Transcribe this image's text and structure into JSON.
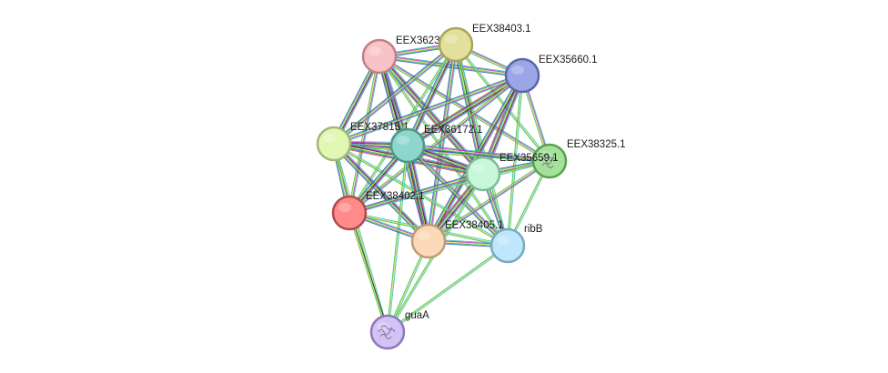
{
  "network": {
    "nodes": [
      {
        "id": "EEX36239.1",
        "label": "EEX36239.1",
        "fill": "#f9c2c6",
        "stroke": "#c08088"
      },
      {
        "id": "EEX38403.1",
        "label": "EEX38403.1",
        "fill": "#e2e09a",
        "stroke": "#a8a45a"
      },
      {
        "id": "EEX35660.1",
        "label": "EEX35660.1",
        "fill": "#9aa6e6",
        "stroke": "#5a66a8"
      },
      {
        "id": "EEX37815.1",
        "label": "EEX37815.1",
        "fill": "#e2f7b2",
        "stroke": "#9fb878"
      },
      {
        "id": "EEX36172.1",
        "label": "EEX36172.1",
        "fill": "#8ed6cc",
        "stroke": "#4e968c"
      },
      {
        "id": "EEX38325.1",
        "label": "EEX38325.1",
        "fill": "#a3e29a",
        "stroke": "#5aa052",
        "structure": true
      },
      {
        "id": "EEX35659.1",
        "label": "EEX35659.1",
        "fill": "#c6f7d8",
        "stroke": "#80b898"
      },
      {
        "id": "EEX38402.1",
        "label": "EEX38402.1",
        "fill": "#ff8a8a",
        "stroke": "#b04a4a"
      },
      {
        "id": "EEX38405.1",
        "label": "EEX38405.1",
        "fill": "#fcd9b6",
        "stroke": "#c09a78"
      },
      {
        "id": "ribB",
        "label": "ribB",
        "fill": "#bfe6fa",
        "stroke": "#78a8c0"
      },
      {
        "id": "guaA",
        "label": "guaA",
        "fill": "#d3c2f5",
        "stroke": "#8e78b8",
        "structure": true
      }
    ],
    "edge_colors": [
      "#2fbfbf",
      "#c020c0",
      "#202020",
      "#d8d860",
      "#30c030",
      "#3050e0",
      "#e03030",
      "#8fb0e0"
    ],
    "edges": [
      {
        "source": "EEX36239.1",
        "target": "EEX38403.1",
        "colors": [
          "#2fbfbf",
          "#c020c0",
          "#d8d860",
          "#30c030",
          "#3050e0"
        ]
      },
      {
        "source": "EEX36239.1",
        "target": "EEX35660.1",
        "colors": [
          "#2fbfbf",
          "#c020c0",
          "#d8d860",
          "#30c030",
          "#3050e0"
        ]
      },
      {
        "source": "EEX36239.1",
        "target": "EEX37815.1",
        "colors": [
          "#2fbfbf",
          "#c020c0",
          "#202020",
          "#d8d860",
          "#30c030",
          "#3050e0"
        ]
      },
      {
        "source": "EEX36239.1",
        "target": "EEX36172.1",
        "colors": [
          "#2fbfbf",
          "#c020c0",
          "#202020",
          "#d8d860",
          "#30c030",
          "#3050e0",
          "#e03030"
        ]
      },
      {
        "source": "EEX36239.1",
        "target": "EEX38325.1",
        "colors": [
          "#2fbfbf",
          "#c020c0",
          "#d8d860",
          "#30c030"
        ]
      },
      {
        "source": "EEX36239.1",
        "target": "EEX35659.1",
        "colors": [
          "#2fbfbf",
          "#c020c0",
          "#202020",
          "#d8d860",
          "#30c030",
          "#3050e0",
          "#e03030"
        ]
      },
      {
        "source": "EEX36239.1",
        "target": "EEX38402.1",
        "colors": [
          "#2fbfbf",
          "#c020c0",
          "#d8d860",
          "#30c030"
        ]
      },
      {
        "source": "EEX36239.1",
        "target": "EEX38405.1",
        "colors": [
          "#2fbfbf",
          "#c020c0",
          "#202020",
          "#d8d860",
          "#30c030",
          "#3050e0"
        ]
      },
      {
        "source": "EEX36239.1",
        "target": "ribB",
        "colors": [
          "#2fbfbf",
          "#d8d860",
          "#30c030"
        ]
      },
      {
        "source": "EEX38403.1",
        "target": "EEX35660.1",
        "colors": [
          "#2fbfbf",
          "#c020c0",
          "#d8d860",
          "#30c030"
        ]
      },
      {
        "source": "EEX38403.1",
        "target": "EEX37815.1",
        "colors": [
          "#2fbfbf",
          "#c020c0",
          "#d8d860",
          "#30c030",
          "#3050e0"
        ]
      },
      {
        "source": "EEX38403.1",
        "target": "EEX36172.1",
        "colors": [
          "#2fbfbf",
          "#c020c0",
          "#202020",
          "#d8d860",
          "#30c030",
          "#3050e0"
        ]
      },
      {
        "source": "EEX38403.1",
        "target": "EEX38325.1",
        "colors": [
          "#2fbfbf",
          "#d8d860",
          "#30c030"
        ]
      },
      {
        "source": "EEX38403.1",
        "target": "EEX35659.1",
        "colors": [
          "#2fbfbf",
          "#c020c0",
          "#202020",
          "#d8d860",
          "#30c030",
          "#3050e0"
        ]
      },
      {
        "source": "EEX38403.1",
        "target": "EEX38402.1",
        "colors": [
          "#2fbfbf",
          "#d8d860",
          "#30c030"
        ]
      },
      {
        "source": "EEX38403.1",
        "target": "EEX38405.1",
        "colors": [
          "#2fbfbf",
          "#c020c0",
          "#d8d860",
          "#30c030",
          "#3050e0"
        ]
      },
      {
        "source": "EEX38403.1",
        "target": "ribB",
        "colors": [
          "#2fbfbf",
          "#d8d860",
          "#30c030"
        ]
      },
      {
        "source": "EEX35660.1",
        "target": "EEX37815.1",
        "colors": [
          "#2fbfbf",
          "#c020c0",
          "#d8d860",
          "#30c030",
          "#3050e0"
        ]
      },
      {
        "source": "EEX35660.1",
        "target": "EEX36172.1",
        "colors": [
          "#2fbfbf",
          "#c020c0",
          "#202020",
          "#d8d860",
          "#30c030",
          "#3050e0",
          "#e03030"
        ]
      },
      {
        "source": "EEX35660.1",
        "target": "EEX38325.1",
        "colors": [
          "#2fbfbf",
          "#c020c0",
          "#d8d860",
          "#30c030"
        ]
      },
      {
        "source": "EEX35660.1",
        "target": "EEX35659.1",
        "colors": [
          "#2fbfbf",
          "#c020c0",
          "#202020",
          "#d8d860",
          "#30c030",
          "#3050e0",
          "#e03030"
        ]
      },
      {
        "source": "EEX35660.1",
        "target": "EEX38402.1",
        "colors": [
          "#2fbfbf",
          "#c020c0",
          "#d8d860",
          "#30c030"
        ]
      },
      {
        "source": "EEX35660.1",
        "target": "EEX38405.1",
        "colors": [
          "#2fbfbf",
          "#c020c0",
          "#202020",
          "#d8d860",
          "#30c030",
          "#3050e0"
        ]
      },
      {
        "source": "EEX35660.1",
        "target": "ribB",
        "colors": [
          "#2fbfbf",
          "#d8d860",
          "#30c030"
        ]
      },
      {
        "source": "EEX37815.1",
        "target": "EEX36172.1",
        "colors": [
          "#2fbfbf",
          "#c020c0",
          "#202020",
          "#d8d860",
          "#30c030",
          "#3050e0",
          "#e03030"
        ]
      },
      {
        "source": "EEX37815.1",
        "target": "EEX38325.1",
        "colors": [
          "#2fbfbf",
          "#c020c0",
          "#d8d860",
          "#30c030"
        ]
      },
      {
        "source": "EEX37815.1",
        "target": "EEX35659.1",
        "colors": [
          "#2fbfbf",
          "#c020c0",
          "#202020",
          "#d8d860",
          "#30c030",
          "#3050e0",
          "#e03030"
        ]
      },
      {
        "source": "EEX37815.1",
        "target": "EEX38402.1",
        "colors": [
          "#2fbfbf",
          "#c020c0",
          "#d8d860",
          "#30c030",
          "#3050e0"
        ]
      },
      {
        "source": "EEX37815.1",
        "target": "EEX38405.1",
        "colors": [
          "#2fbfbf",
          "#c020c0",
          "#202020",
          "#d8d860",
          "#30c030",
          "#3050e0"
        ]
      },
      {
        "source": "EEX37815.1",
        "target": "ribB",
        "colors": [
          "#2fbfbf",
          "#d8d860",
          "#30c030"
        ]
      },
      {
        "source": "EEX37815.1",
        "target": "guaA",
        "colors": [
          "#2fbfbf",
          "#d8d860",
          "#30c030"
        ]
      },
      {
        "source": "EEX36172.1",
        "target": "EEX38325.1",
        "colors": [
          "#2fbfbf",
          "#c020c0",
          "#d8d860",
          "#30c030",
          "#3050e0"
        ]
      },
      {
        "source": "EEX36172.1",
        "target": "EEX35659.1",
        "colors": [
          "#2fbfbf",
          "#c020c0",
          "#202020",
          "#d8d860",
          "#30c030",
          "#3050e0",
          "#e03030"
        ]
      },
      {
        "source": "EEX36172.1",
        "target": "EEX38402.1",
        "colors": [
          "#2fbfbf",
          "#c020c0",
          "#202020",
          "#d8d860",
          "#30c030",
          "#3050e0"
        ]
      },
      {
        "source": "EEX36172.1",
        "target": "EEX38405.1",
        "colors": [
          "#2fbfbf",
          "#c020c0",
          "#202020",
          "#d8d860",
          "#30c030",
          "#3050e0",
          "#e03030"
        ]
      },
      {
        "source": "EEX36172.1",
        "target": "ribB",
        "colors": [
          "#2fbfbf",
          "#c020c0",
          "#d8d860",
          "#30c030",
          "#3050e0"
        ]
      },
      {
        "source": "EEX36172.1",
        "target": "guaA",
        "colors": [
          "#2fbfbf",
          "#d8d860",
          "#30c030"
        ]
      },
      {
        "source": "EEX38325.1",
        "target": "EEX35659.1",
        "colors": [
          "#2fbfbf",
          "#c020c0",
          "#d8d860",
          "#30c030",
          "#3050e0"
        ]
      },
      {
        "source": "EEX38325.1",
        "target": "EEX38402.1",
        "colors": [
          "#2fbfbf",
          "#d8d860",
          "#30c030"
        ]
      },
      {
        "source": "EEX38325.1",
        "target": "EEX38405.1",
        "colors": [
          "#2fbfbf",
          "#c020c0",
          "#d8d860",
          "#30c030"
        ]
      },
      {
        "source": "EEX38325.1",
        "target": "ribB",
        "colors": [
          "#2fbfbf",
          "#d8d860",
          "#30c030"
        ]
      },
      {
        "source": "EEX35659.1",
        "target": "EEX38402.1",
        "colors": [
          "#2fbfbf",
          "#c020c0",
          "#d8d860",
          "#30c030",
          "#3050e0"
        ]
      },
      {
        "source": "EEX35659.1",
        "target": "EEX38405.1",
        "colors": [
          "#2fbfbf",
          "#c020c0",
          "#202020",
          "#d8d860",
          "#30c030",
          "#3050e0",
          "#e03030"
        ]
      },
      {
        "source": "EEX35659.1",
        "target": "ribB",
        "colors": [
          "#2fbfbf",
          "#c020c0",
          "#d8d860",
          "#30c030",
          "#3050e0"
        ]
      },
      {
        "source": "EEX35659.1",
        "target": "guaA",
        "colors": [
          "#2fbfbf",
          "#d8d860",
          "#30c030"
        ]
      },
      {
        "source": "EEX38402.1",
        "target": "EEX38405.1",
        "colors": [
          "#2fbfbf",
          "#c020c0",
          "#d8d860",
          "#30c030",
          "#3050e0"
        ]
      },
      {
        "source": "EEX38402.1",
        "target": "ribB",
        "colors": [
          "#2fbfbf",
          "#d8d860",
          "#30c030"
        ]
      },
      {
        "source": "EEX38402.1",
        "target": "guaA",
        "colors": [
          "#202020",
          "#d8d860",
          "#30c030"
        ]
      },
      {
        "source": "EEX38405.1",
        "target": "ribB",
        "colors": [
          "#2fbfbf",
          "#c020c0",
          "#d8d860",
          "#30c030",
          "#3050e0"
        ]
      },
      {
        "source": "EEX38405.1",
        "target": "guaA",
        "colors": [
          "#2fbfbf",
          "#d8d860",
          "#30c030"
        ]
      },
      {
        "source": "ribB",
        "target": "guaA",
        "colors": [
          "#2fbfbf",
          "#d8d860",
          "#30c030"
        ]
      }
    ]
  }
}
